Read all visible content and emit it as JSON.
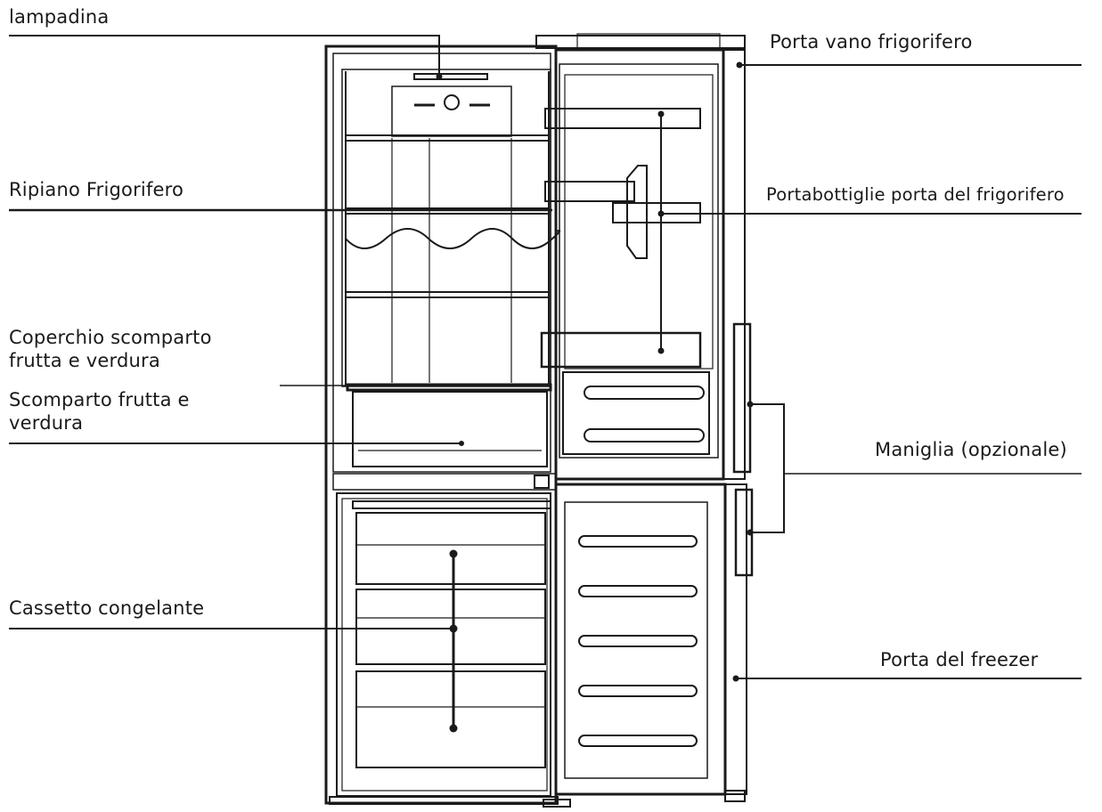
{
  "labels": {
    "bulb": "lampadina",
    "fridge_shelf": "Ripiano Frigorifero",
    "crisper_cover": [
      "Coperchio scomparto",
      "frutta e verdura"
    ],
    "crisper": [
      "Scomparto frutta e",
      "verdura"
    ],
    "freezer_drawer": "Cassetto congelante",
    "fridge_door": "Porta vano frigorifero",
    "door_bottle_rack": "Portabottiglie porta del frigorifero",
    "handle": "Maniglia (opzionale)",
    "freezer_door": "Porta del freezer"
  }
}
